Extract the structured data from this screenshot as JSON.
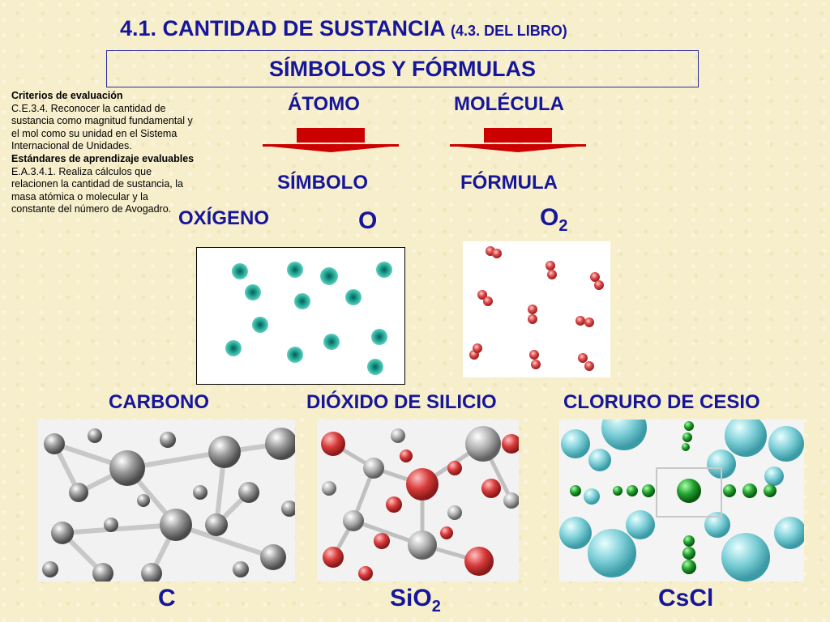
{
  "title": {
    "main": "4.1. CANTIDAD DE SUSTANCIA",
    "sub": "(4.3. DEL LIBRO)"
  },
  "subtitle": "SÍMBOLOS Y FÓRMULAS",
  "criteria": {
    "heading1": "Criterios de evaluación",
    "text1": "C.E.3.4. Reconocer la cantidad de sustancia como magnitud fundamental y el mol como su unidad en el Sistema Internacional de Unidades.",
    "heading2": "Estándares de aprendizaje evaluables",
    "text2": "E.A.3.4.1. Realiza cálculos que relacionen la cantidad de sustancia, la masa atómica o molecular y la constante del número de Avogadro."
  },
  "columns": {
    "atom": "ÁTOMO",
    "molecule": "MOLÉCULA",
    "symbol": "SÍMBOLO",
    "formula": "FÓRMULA"
  },
  "oxygen": {
    "name": "OXÍGENO",
    "symbol": "O",
    "formula_base": "O",
    "formula_sub": "2"
  },
  "examples": [
    {
      "name": "CARBONO",
      "formula_base": "C",
      "formula_sub": ""
    },
    {
      "name": "DIÓXIDO DE SILICIO",
      "formula_base": "SiO",
      "formula_sub": "2"
    },
    {
      "name": "CLORURO DE CESIO",
      "formula_base": "CsCl",
      "formula_sub": ""
    }
  ],
  "colors": {
    "title_blue": "#16169a",
    "arrow_red": "#cc0000",
    "atom_teal": "#1a9a8a",
    "oxygen_red": "#d64040",
    "carbon_gray": "#8a8a8a",
    "silicon_gray": "#b0b0b0",
    "cesium_cyan": "#7fd0d8",
    "chlorine_green": "#22a030"
  }
}
